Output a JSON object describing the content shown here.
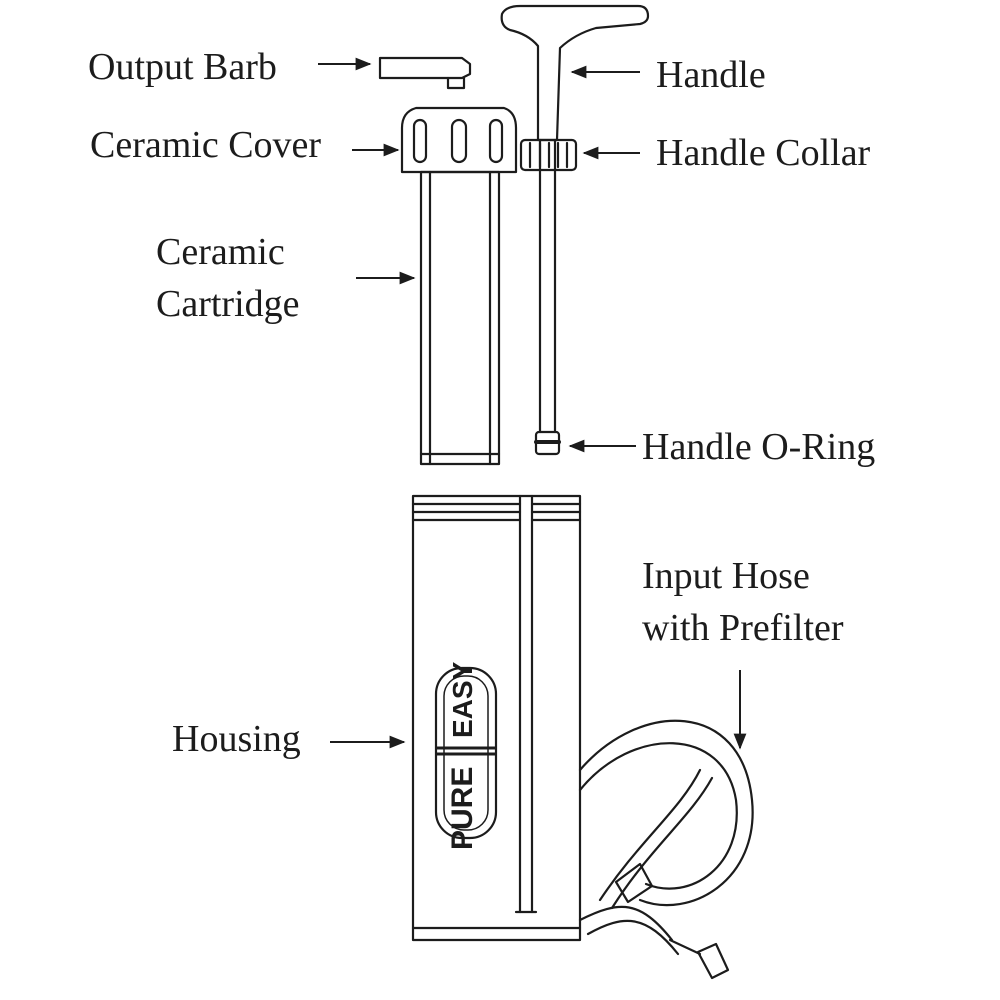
{
  "labels": {
    "output_barb": "Output Barb",
    "handle": "Handle",
    "ceramic_cover": "Ceramic Cover",
    "handle_collar": "Handle Collar",
    "ceramic_cartridge": [
      "Ceramic",
      "Cartridge"
    ],
    "handle_o_ring": "Handle O-Ring",
    "input_hose": [
      "Input Hose",
      "with Prefilter"
    ],
    "housing": "Housing"
  },
  "logo": {
    "word_left": "PURE",
    "word_right": "EASY"
  },
  "colors": {
    "ink": "#1c1c1c",
    "fill": "#ffffff"
  }
}
